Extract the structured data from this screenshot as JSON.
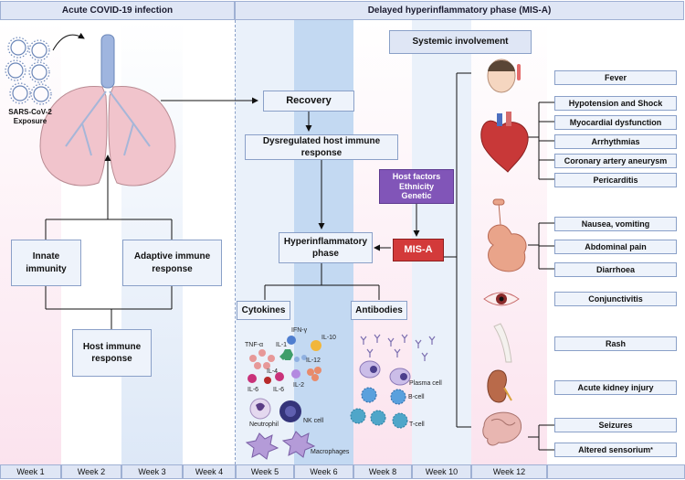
{
  "headers": {
    "acute": "Acute COVID-19 infection",
    "delayed": "Delayed hyperinflammatory phase (MIS-A)",
    "systemic": "Systemic involvement"
  },
  "exposure": {
    "line1": "SARS-CoV-2",
    "line2": "Exposure"
  },
  "left_boxes": {
    "innate": "Innate immunity",
    "adaptive_1": "Adaptive immune",
    "adaptive_2": "response",
    "host_1": "Host immune",
    "host_2": "response"
  },
  "center": {
    "recovery": "Recovery",
    "dysregulated": "Dysregulated host immune response",
    "hyper_1": "Hyperinflammatory",
    "hyper_2": "phase",
    "host_factors_1": "Host factors",
    "host_factors_2": "Ethnicity",
    "host_factors_3": "Genetic",
    "misa": "MIS-A",
    "cytokines": "Cytokines",
    "antibodies": "Antibodies"
  },
  "cytokine_labels": {
    "tnf": "TNF-α",
    "il1": "IL-1",
    "ifn": "IFN-γ",
    "il10": "IL-10",
    "il4": "IL-4",
    "il12": "IL-12",
    "il6": "IL-6",
    "il6b": "IL-6",
    "il2": "IL-2",
    "neutrophil": "Neutrophil",
    "nk": "NK cell",
    "macrophages": "Macrophages"
  },
  "antibody_labels": {
    "plasma": "Plasma cell",
    "bcell": "B-cell",
    "tcell": "T-cell"
  },
  "symptoms": {
    "fever": "Fever",
    "hypotension": "Hypotension and Shock",
    "myocardial": "Myocardial dysfunction",
    "arrhythmias": "Arrhythmias",
    "coronary": "Coronary artery aneurysm",
    "pericarditis": "Pericarditis",
    "nausea": "Nausea, vomiting",
    "abdominal": "Abdominal pain",
    "diarrhoea": "Diarrhoea",
    "conjunctivitis": "Conjunctivitis",
    "rash": "Rash",
    "kidney": "Acute kidney injury",
    "seizures": "Seizures",
    "altered": "Altered sensorium",
    "altered_mark": "*"
  },
  "weeks": [
    "Week 1",
    "Week 2",
    "Week 3",
    "Week 4",
    "Week 5",
    "Week 6",
    "Week 8",
    "Week 10",
    "Week 12"
  ],
  "colors": {
    "pink_band": "#fbe3ee",
    "blue_band": "#dde8f7",
    "mid_blue_band": "#c3d9f2",
    "misa_red": "#d33a3a",
    "host_factors_purple": "#8155b8",
    "box_fill": "#eef3fb",
    "header_fill": "#dfe6f5"
  }
}
